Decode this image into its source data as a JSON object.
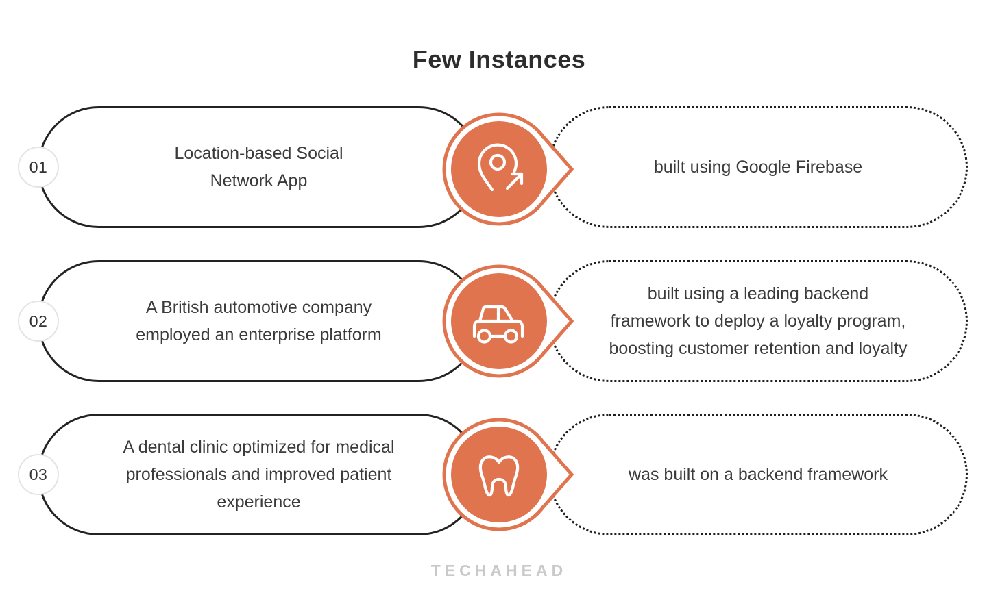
{
  "title": "Few Instances",
  "watermark": "TECHAHEAD",
  "colors": {
    "accent": "#E0744E",
    "pill_border": "#232323",
    "dotted_border": "#1F1F1F",
    "text": "#3B3B3B",
    "badge_border": "#E4E4E4",
    "watermark": "#C9C9C9"
  },
  "rows": [
    {
      "number": "01",
      "icon": "location-share-icon",
      "left_lines": [
        "Location-based Social",
        "Network App"
      ],
      "right_lines": [
        "built using Google Firebase"
      ]
    },
    {
      "number": "02",
      "icon": "car-icon",
      "left_lines": [
        "A British automotive company",
        "employed an enterprise platform"
      ],
      "right_lines": [
        "built using a leading backend",
        "framework to deploy a loyalty program,",
        "boosting customer retention and loyalty"
      ]
    },
    {
      "number": "03",
      "icon": "tooth-icon",
      "left_lines": [
        "A dental clinic optimized for medical",
        "professionals and improved patient",
        "experience"
      ],
      "right_lines": [
        "was built on a backend framework"
      ]
    }
  ]
}
